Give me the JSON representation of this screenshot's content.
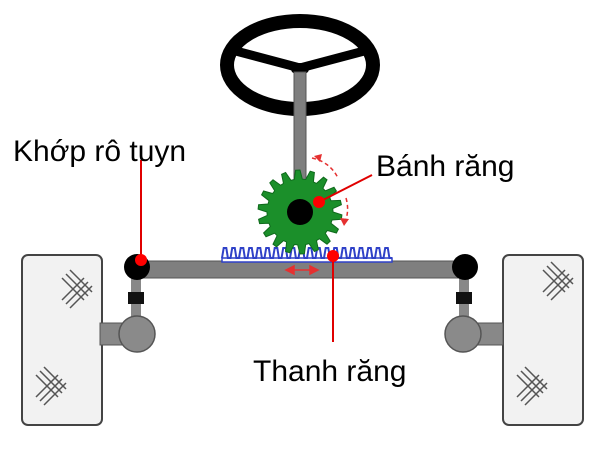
{
  "labels": {
    "tie_rod_joint": "Khớp rô tuyn",
    "pinion_gear": "Bánh răng",
    "rack": "Thanh răng"
  },
  "colors": {
    "wheel_fill": "#f2f2f2",
    "wheel_stroke": "#444444",
    "axle": "#7f7f7f",
    "gear": "#1b8f2a",
    "rack": "#2f41c8",
    "marker": "#ff0000",
    "steering_wheel": "#000000",
    "knuckle": "#888888"
  },
  "icons": {
    "steering_wheel": "steering-wheel-icon",
    "gear": "gear-icon",
    "wheel": "tire-icon"
  }
}
